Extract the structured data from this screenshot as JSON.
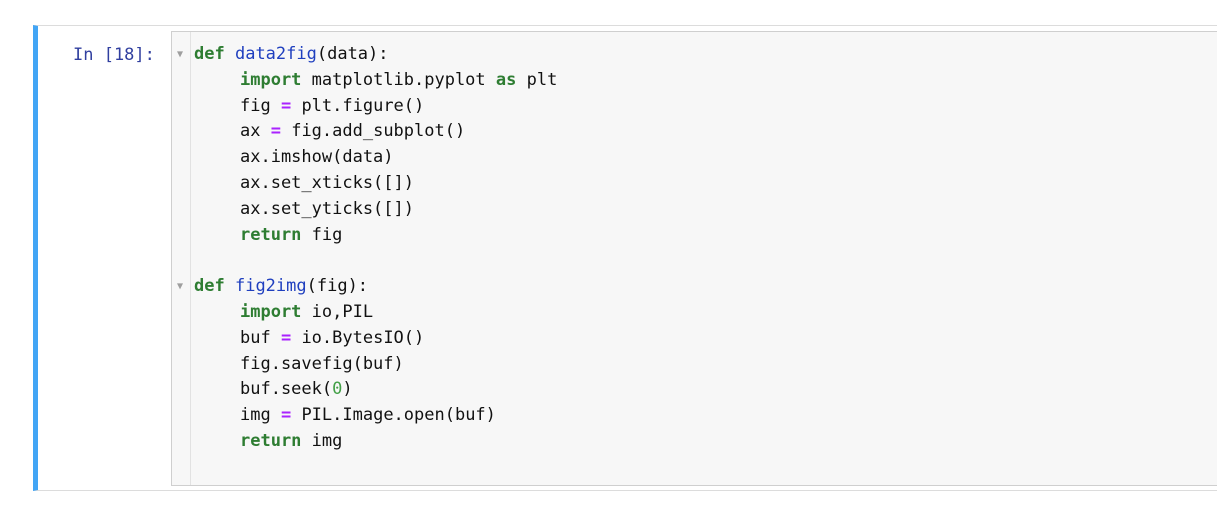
{
  "cell": {
    "prompt": "In [18]:",
    "accent_color": "#42a5f5",
    "prompt_color": "#303f9f"
  },
  "code": {
    "kw_def": "def",
    "kw_import": "import",
    "kw_as": "as",
    "kw_return": "return",
    "op_assign": "=",
    "f1_name": "data2fig",
    "f1_sig": "(data):",
    "f1_l1_mod": " matplotlib.pyplot ",
    "f1_l1_alias": " plt",
    "f1_l2_var": "fig ",
    "f1_l2_rhs": " plt.figure()",
    "f1_l3_var": "ax ",
    "f1_l3_rhs": " fig.add_subplot()",
    "f1_l4": "ax.imshow(data)",
    "f1_l5": "ax.set_xticks([])",
    "f1_l6": "ax.set_yticks([])",
    "f1_ret": " fig",
    "f2_name": "fig2img",
    "f2_sig": "(fig):",
    "f2_l1_mod": " io,PIL",
    "f2_l2_var": "buf ",
    "f2_l2_rhs": " io.BytesIO()",
    "f2_l3": "fig.savefig(buf)",
    "f2_l4_pre": "buf.seek(",
    "f2_l4_num": "0",
    "f2_l4_post": ")",
    "f2_l5_var": "img ",
    "f2_l5_rhs": " PIL.Image.open(buf)",
    "f2_ret": " img"
  },
  "icons": {
    "fold": "collapse-triangle-icon"
  }
}
